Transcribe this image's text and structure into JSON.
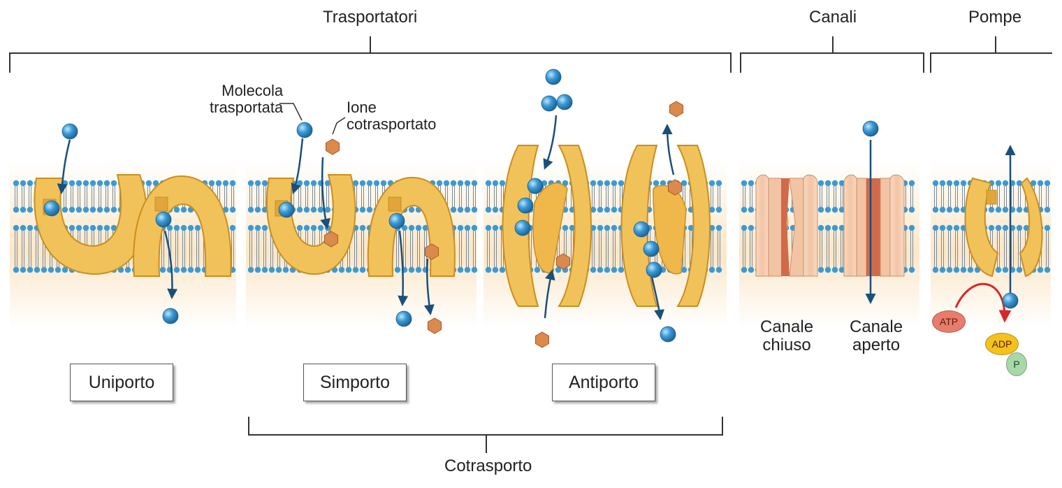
{
  "labels": {
    "trasportatori": "Trasportatori",
    "canali": "Canali",
    "pompe": "Pompe",
    "cotrasporto": "Cotrasporto",
    "molecola_line1": "Molecola",
    "molecola_line2": "trasportata",
    "ione_line1": "Ione",
    "ione_line2": "cotrasportato",
    "canale_chiuso_line1": "Canale",
    "canale_chiuso_line2": "chiuso",
    "canale_aperto_line1": "Canale",
    "canale_aperto_line2": "aperto"
  },
  "boxes": {
    "uniporto": "Uniporto",
    "simporto": "Simporto",
    "antiporto": "Antiporto"
  },
  "energy": {
    "atp": "ATP",
    "adp": "ADP",
    "p": "P"
  },
  "colors": {
    "carrier_fill": "#f2c25a",
    "carrier_stroke": "#c98e1e",
    "lipid_head": "#3a9ad4",
    "molecule": "#2f8fd0",
    "ion": "#d98a4c",
    "channel_light": "#f7d2b6",
    "channel_dark": "#d06a48",
    "arrow": "#1a4f7a",
    "atp_arrow": "#d62828"
  }
}
